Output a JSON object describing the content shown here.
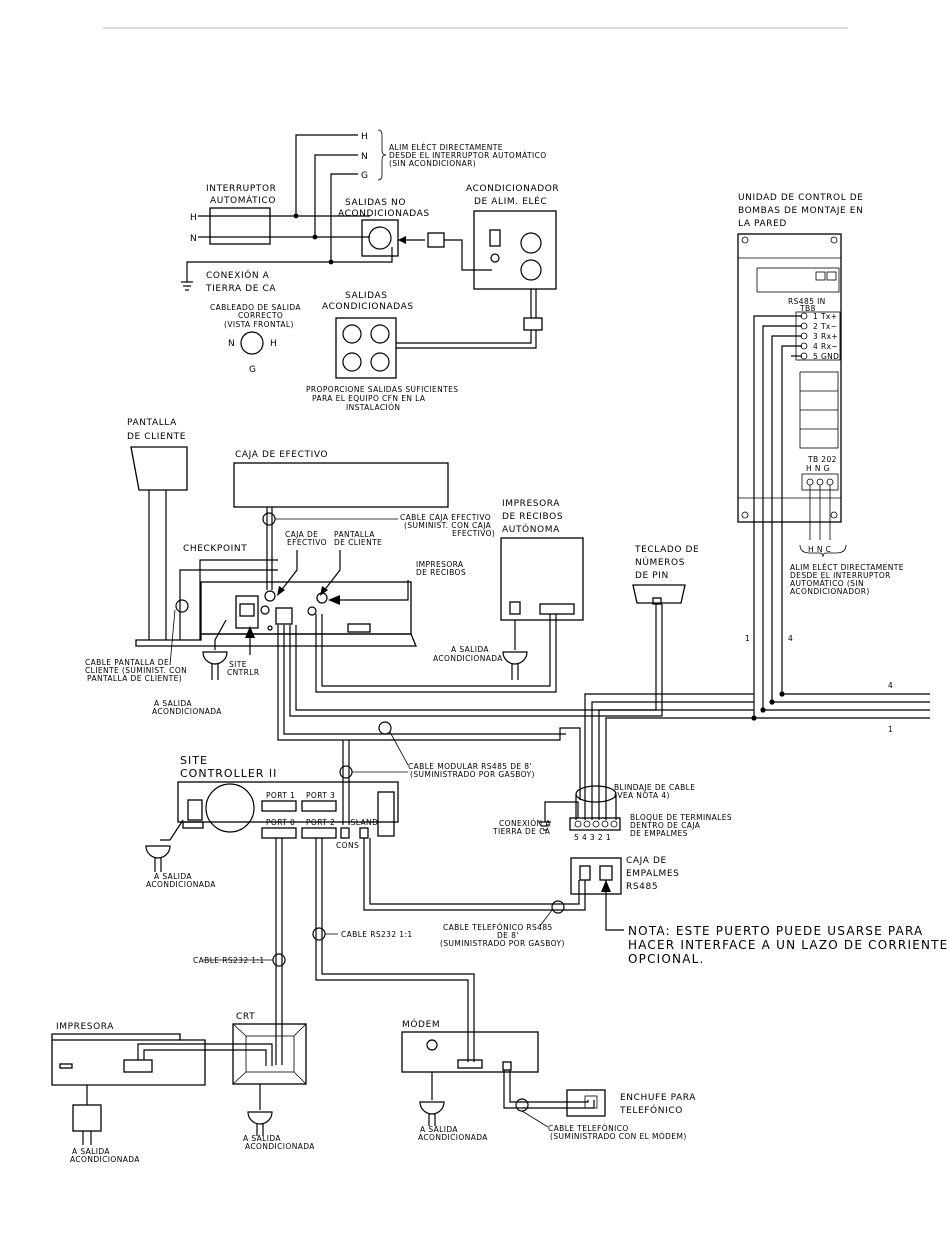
{
  "power": {
    "H": "H",
    "N": "N",
    "G": "G",
    "feed_note": [
      "ALIM ELÉCT DIRECTAMENTE",
      "DESDE EL INTERRUPTOR AUTOMÁTICO",
      "(SIN ACONDICIONAR)"
    ],
    "breaker": [
      "INTERRUPTOR",
      "AUTOMÁTICO"
    ],
    "unconditioned": [
      "SALIDAS NO",
      "ACONDICIONADAS"
    ],
    "conditioner": [
      "ACONDICIONADOR",
      "DE ALIM. ELÉC"
    ],
    "ground": [
      "CONEXIÓN A",
      "TIERRA DE CA"
    ],
    "wiring": [
      "CABLEADO DE SALIDA",
      "CORRECTO",
      "(VISTA FRONTAL)"
    ],
    "conditioned": [
      "SALIDAS",
      "ACONDICIONADAS"
    ],
    "provide_note": [
      "PROPORCIONE SALIDAS SUFICIENTES",
      "PARA EL EQUIPO CFN EN LA",
      "INSTALACIÓN"
    ]
  },
  "pump_unit": {
    "title": [
      "UNIDAD DE CONTROL DE",
      "BOMBAS DE MONTAJE EN",
      "LA PARED"
    ],
    "rs485": [
      "RS485 IN",
      "TB8"
    ],
    "terminals": [
      "1  Tx+",
      "2  Tx−",
      "3  Rx+",
      "4  Rx−",
      "5  GND"
    ],
    "tb202": "TB 202",
    "tb202_pins": "H  N  G",
    "hnc": "H N C",
    "feed_note": [
      "ALIM ELÉCT DIRECTAMENTE",
      "DESDE EL INTERRUPTOR",
      "AUTOMÁTICO (SIN",
      "ACONDICIONADOR)"
    ]
  },
  "checkout": {
    "customer_display": [
      "PANTALLA",
      "DE CLIENTE"
    ],
    "cash_drawer": "CAJA DE EFECTIVO",
    "cash_cable": [
      "CABLE CAJA EFECTIVO",
      "(SUMINIST. CON CAJA",
      "EFECTIVO)"
    ],
    "checkpoint": "CHECKPOINT",
    "cd_port": [
      "CAJA DE",
      "EFECTIVO"
    ],
    "pd_port": [
      "PANTALLA",
      "DE CLIENTE"
    ],
    "receipt_port": [
      "IMPRESORA",
      "DE RECIBOS"
    ],
    "receipt_printer": [
      "IMPRESORA",
      "DE RECIBOS",
      "AUTÓNOMA"
    ],
    "pin_pad": [
      "TECLADO DE",
      "NÚMEROS",
      "DE PIN"
    ],
    "display_cable": [
      "CABLE PANTALLA DE",
      "CLIENTE (SUMINIST. CON",
      "PANTALLA DE CLIENTE)"
    ],
    "site_cntrlr": [
      "SITE",
      "CNTRLR"
    ],
    "to_outlet": [
      "A SALIDA",
      "ACONDICIONADA"
    ]
  },
  "site_controller": {
    "title": [
      "SITE",
      "CONTROLLER II"
    ],
    "port1": "PORT 1",
    "port3": "PORT 3",
    "port0": "PORT 0",
    "port2": "PORT 2",
    "island": "ISLAND",
    "cons": "CONS",
    "rs485_cable": [
      "CABLE MODULAR RS485 DE 8'",
      "(SUMINISTRADO POR GASBOY)"
    ],
    "rs232_a": "CABLE RS232 1:1",
    "rs232_b": "CABLE RS232 1:1"
  },
  "junction": {
    "shield": [
      "BLINDAJE DE CABLE",
      "(VEA NOTA 4)"
    ],
    "ground": [
      "CONEXIÓN A",
      "TIERRA DE CA"
    ],
    "terminal_block": [
      "BLOQUE DE TERMINALES",
      "DENTRO DE CAJA",
      "DE EMPALMES"
    ],
    "terminal_nums": "5 4 3 2 1",
    "box": [
      "CAJA DE",
      "EMPALMES",
      "RS485"
    ],
    "phone_cable": [
      "CABLE TELEFÓNICO RS485",
      "DE 8'",
      "(SUMINISTRADO POR GASBOY)"
    ],
    "note": [
      "NOTA: ESTE PUERTO PUEDE USARSE PARA",
      "HACER INTERFACE A UN LAZO DE CORRIENTE",
      "OPCIONAL."
    ],
    "wire_labels": [
      "1",
      "4",
      "4",
      "1"
    ]
  },
  "peripherals": {
    "printer": "IMPRESORA",
    "crt": "CRT",
    "modem": "MÓDEM",
    "phone_jack": [
      "ENCHUFE PARA",
      "TELEFÓNICO"
    ],
    "phone_cable": [
      "CABLE TELEFÓNICO",
      "(SUMINISTRADO CON EL MÓDEM)"
    ],
    "to_outlet": [
      "A SALIDA",
      "ACONDICIONADA"
    ]
  }
}
